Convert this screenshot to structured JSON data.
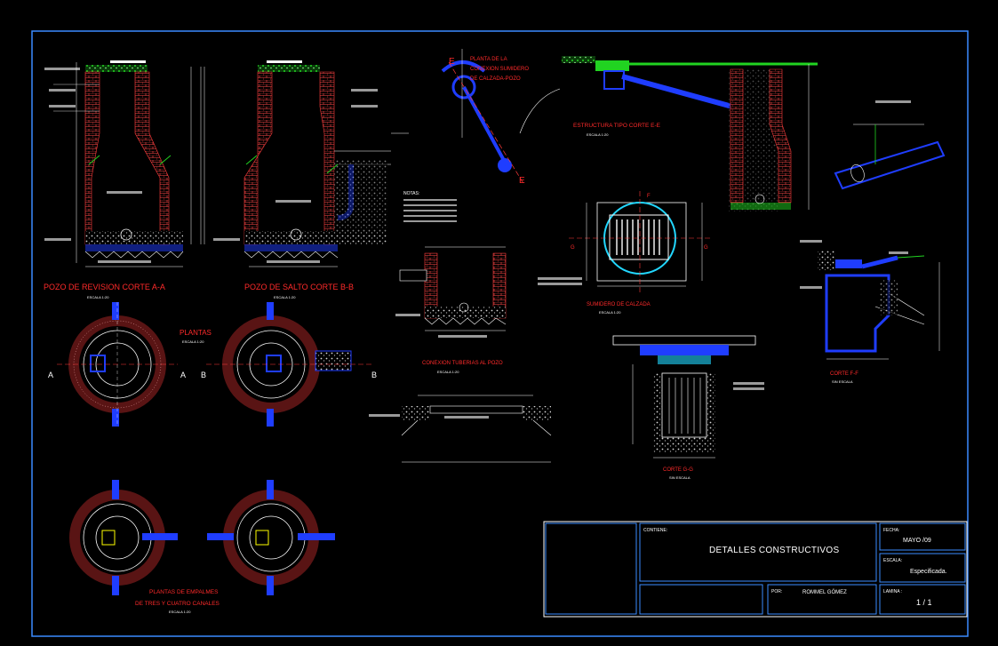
{
  "sheet": {
    "colors": {
      "background": "#000000",
      "frame": "#3a8bff",
      "structure": "#1f3dff",
      "dimension": "#ffffff",
      "title_red": "#ff2a2a",
      "hatch_green": "#21d321",
      "aggregate": "#d8d8d8",
      "grid_cyan": "#22d7ff",
      "label_yellow": "#ffff00",
      "magenta": "#ff3cff"
    }
  },
  "sections": {
    "pozo_revision": {
      "title": "POZO DE REVISION CORTE A-A",
      "scale": "ESCALA 1:20"
    },
    "pozo_salto": {
      "title": "POZO DE SALTO CORTE B-B",
      "scale": "ESCALA 1:20"
    },
    "plantas": {
      "title": "PLANTAS",
      "scale": "ESCALA 1:20",
      "cut_a": "A",
      "cut_b": "B"
    },
    "plantas_empalmes": {
      "title_line1": "PLANTAS DE EMPALMES",
      "title_line2": "DE TRES Y CUATRO CANALES",
      "scale": "ESCALA 1:20"
    },
    "planta_conexion": {
      "title_line1": "PLANTA DE LA",
      "title_line2": "CONEXION SUMIDERO",
      "title_line3": "DE CALZADA-POZO",
      "cut_mark": "E"
    },
    "estructura_tipo": {
      "title": "ESTRUCTURA TIPO CORTE E-E",
      "scale": "ESCALA 1:20"
    },
    "conexion_tuberias": {
      "title": "CONEXION TUBERIAS AL POZO",
      "scale": "ESCALA 1:20",
      "notes_heading": "NOTAS:"
    },
    "sumidero": {
      "title": "SUMIDERO DE CALZADA",
      "scale": "ESCALA 1:20",
      "cut_f": "F",
      "cut_g": "G"
    },
    "corte_g": {
      "title": "CORTE G-G",
      "scale": "SIN ESCALA"
    },
    "corte_f": {
      "title": "CORTE F-F",
      "scale": "SIN ESCALA"
    }
  },
  "title_block": {
    "contiene_label": "CONTIENE:",
    "contiene_value": "DETALLES CONSTRUCTIVOS",
    "fecha_label": "FECHA:",
    "fecha_value": "MAYO /09",
    "escala_label": "ESCALA:",
    "escala_value": "Especificada.",
    "por_label": "POR:",
    "por_value": "ROMMEL GÓMEZ",
    "lamina_label": "LAMINA :",
    "lamina_value": "1 / 1"
  }
}
